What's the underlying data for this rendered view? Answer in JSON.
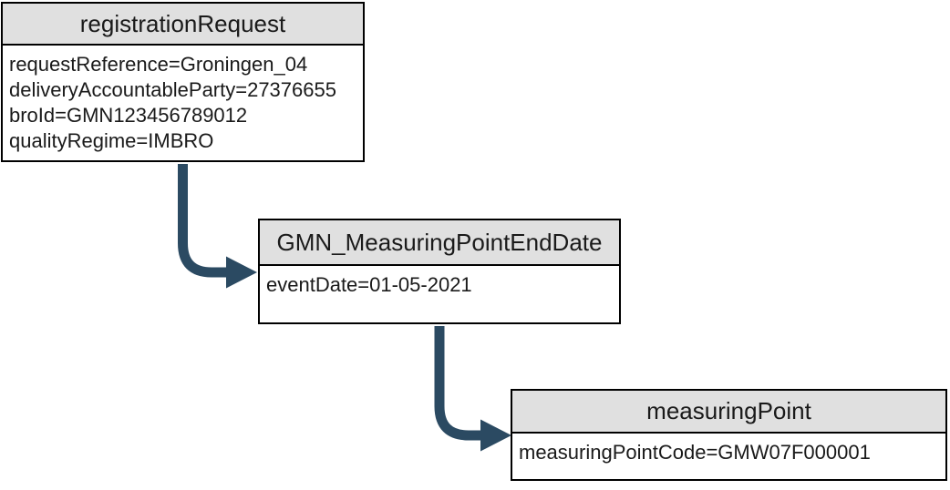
{
  "colors": {
    "arrow": "#2b4a62",
    "node_header_bg": "#e0e0e0",
    "node_border": "#000000",
    "canvas_bg": "#ffffff"
  },
  "diagram": {
    "nodes": [
      {
        "id": "registrationRequest",
        "title": "registrationRequest",
        "attributes": [
          "requestReference=Groningen_04",
          "deliveryAccountableParty=27376655",
          "broId=GMN123456789012",
          "qualityRegime=IMBRO"
        ]
      },
      {
        "id": "GMN_MeasuringPointEndDate",
        "title": "GMN_MeasuringPointEndDate",
        "attributes": [
          "eventDate=01-05-2021"
        ]
      },
      {
        "id": "measuringPoint",
        "title": "measuringPoint",
        "attributes": [
          "measuringPointCode=GMW07F000001"
        ]
      }
    ],
    "edges": [
      {
        "from": "registrationRequest",
        "to": "GMN_MeasuringPointEndDate"
      },
      {
        "from": "GMN_MeasuringPointEndDate",
        "to": "measuringPoint"
      }
    ]
  }
}
